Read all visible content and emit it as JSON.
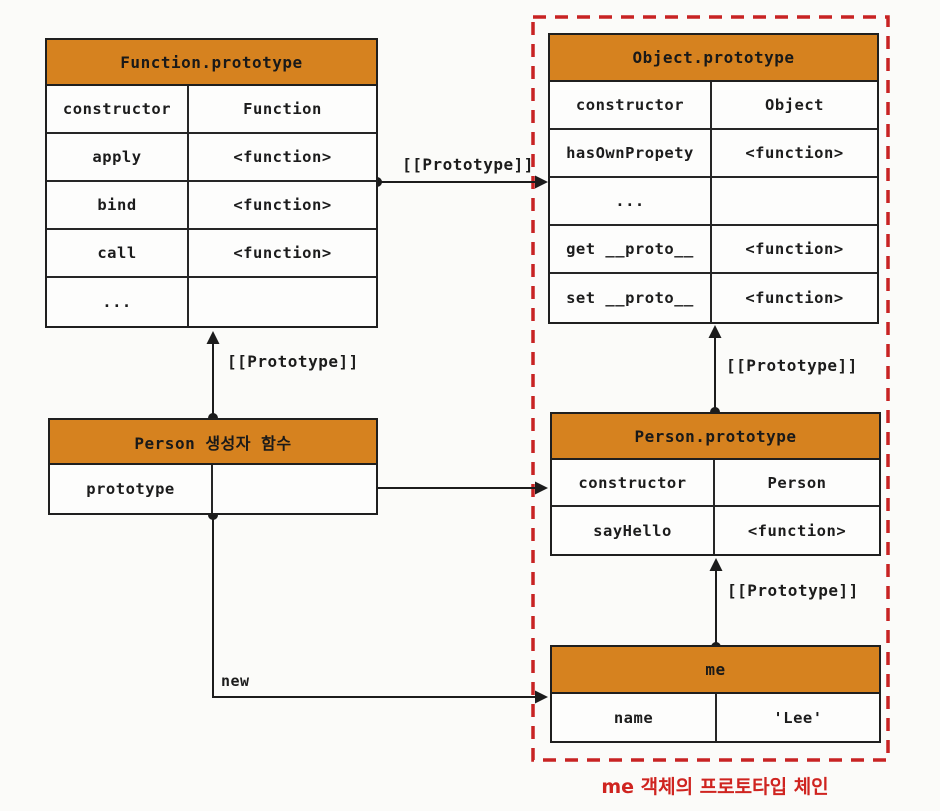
{
  "diagram_title": "me 객체의 프로토타입 체인",
  "colors": {
    "header_orange": "#d6821f",
    "table_border": "#1f1f1f",
    "dashed_box_red": "#c82323",
    "caption_red": "#cf2420",
    "background": "#fbfbf9",
    "edge_black": "#1c1c1c"
  },
  "tables": {
    "function_prototype": {
      "title": "Function.prototype",
      "rows": [
        {
          "key": "constructor",
          "value": "Function"
        },
        {
          "key": "apply",
          "value": "<function>"
        },
        {
          "key": "bind",
          "value": "<function>"
        },
        {
          "key": "call",
          "value": "<function>"
        },
        {
          "key": "...",
          "value": ""
        }
      ]
    },
    "object_prototype": {
      "title": "Object.prototype",
      "rows": [
        {
          "key": "constructor",
          "value": "Object"
        },
        {
          "key": "hasOwnPropety",
          "value": "<function>"
        },
        {
          "key": "...",
          "value": ""
        },
        {
          "key": "get __proto__",
          "value": "<function>"
        },
        {
          "key": "set __proto__",
          "value": "<function>"
        }
      ]
    },
    "person_constructor": {
      "title": "Person 생성자 함수",
      "rows": [
        {
          "key": "prototype",
          "value": ""
        }
      ]
    },
    "person_prototype": {
      "title": "Person.prototype",
      "rows": [
        {
          "key": "constructor",
          "value": "Person"
        },
        {
          "key": "sayHello",
          "value": "<function>"
        }
      ]
    },
    "me": {
      "title": "me",
      "rows": [
        {
          "key": "name",
          "value": "'Lee'"
        }
      ]
    }
  },
  "labels": {
    "prototype_link": "[[Prototype]]",
    "new_operator": "new",
    "caption": "me 객체의 프로토타입 체인"
  }
}
